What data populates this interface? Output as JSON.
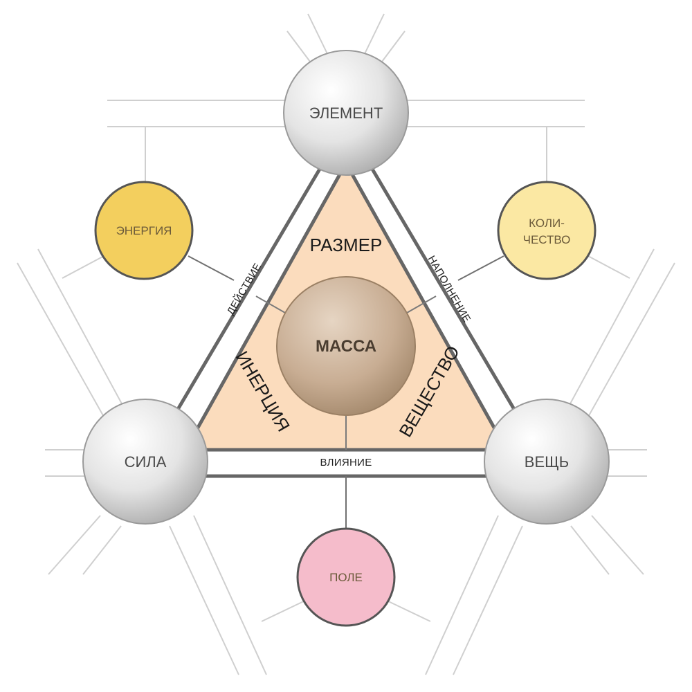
{
  "nodes": {
    "top": {
      "label": "ЭЛЕМЕНТ",
      "icon": "sphere-node"
    },
    "left": {
      "label": "СИЛА",
      "icon": "sphere-node"
    },
    "right": {
      "label": "ВЕЩЬ",
      "icon": "sphere-node"
    }
  },
  "center": {
    "label": "МАССА"
  },
  "inner_labels": {
    "top": "РАЗМЕР",
    "left": "ИНЕРЦИЯ",
    "right": "ВЕЩЕСТВО"
  },
  "edge_labels": {
    "left": "ДЕЙСТВИЕ",
    "right": "НАПОЛНЕНИЕ",
    "bottom": "ВЛИЯНИЕ"
  },
  "side_nodes": {
    "energy": {
      "label": "ЭНЕРГИЯ",
      "color": "#f3cf5e"
    },
    "quantity": {
      "line1": "КОЛИ-",
      "line2": "ЧЕСТВО",
      "color": "#fbe8a3"
    },
    "field": {
      "label": "ПОЛЕ",
      "color": "#f5bccb"
    }
  },
  "colors": {
    "triangle_fill": "#fbdcbd",
    "frame_stroke": "#666666",
    "connector": "#c8c8c8",
    "center_sphere": "#c7ad94"
  }
}
